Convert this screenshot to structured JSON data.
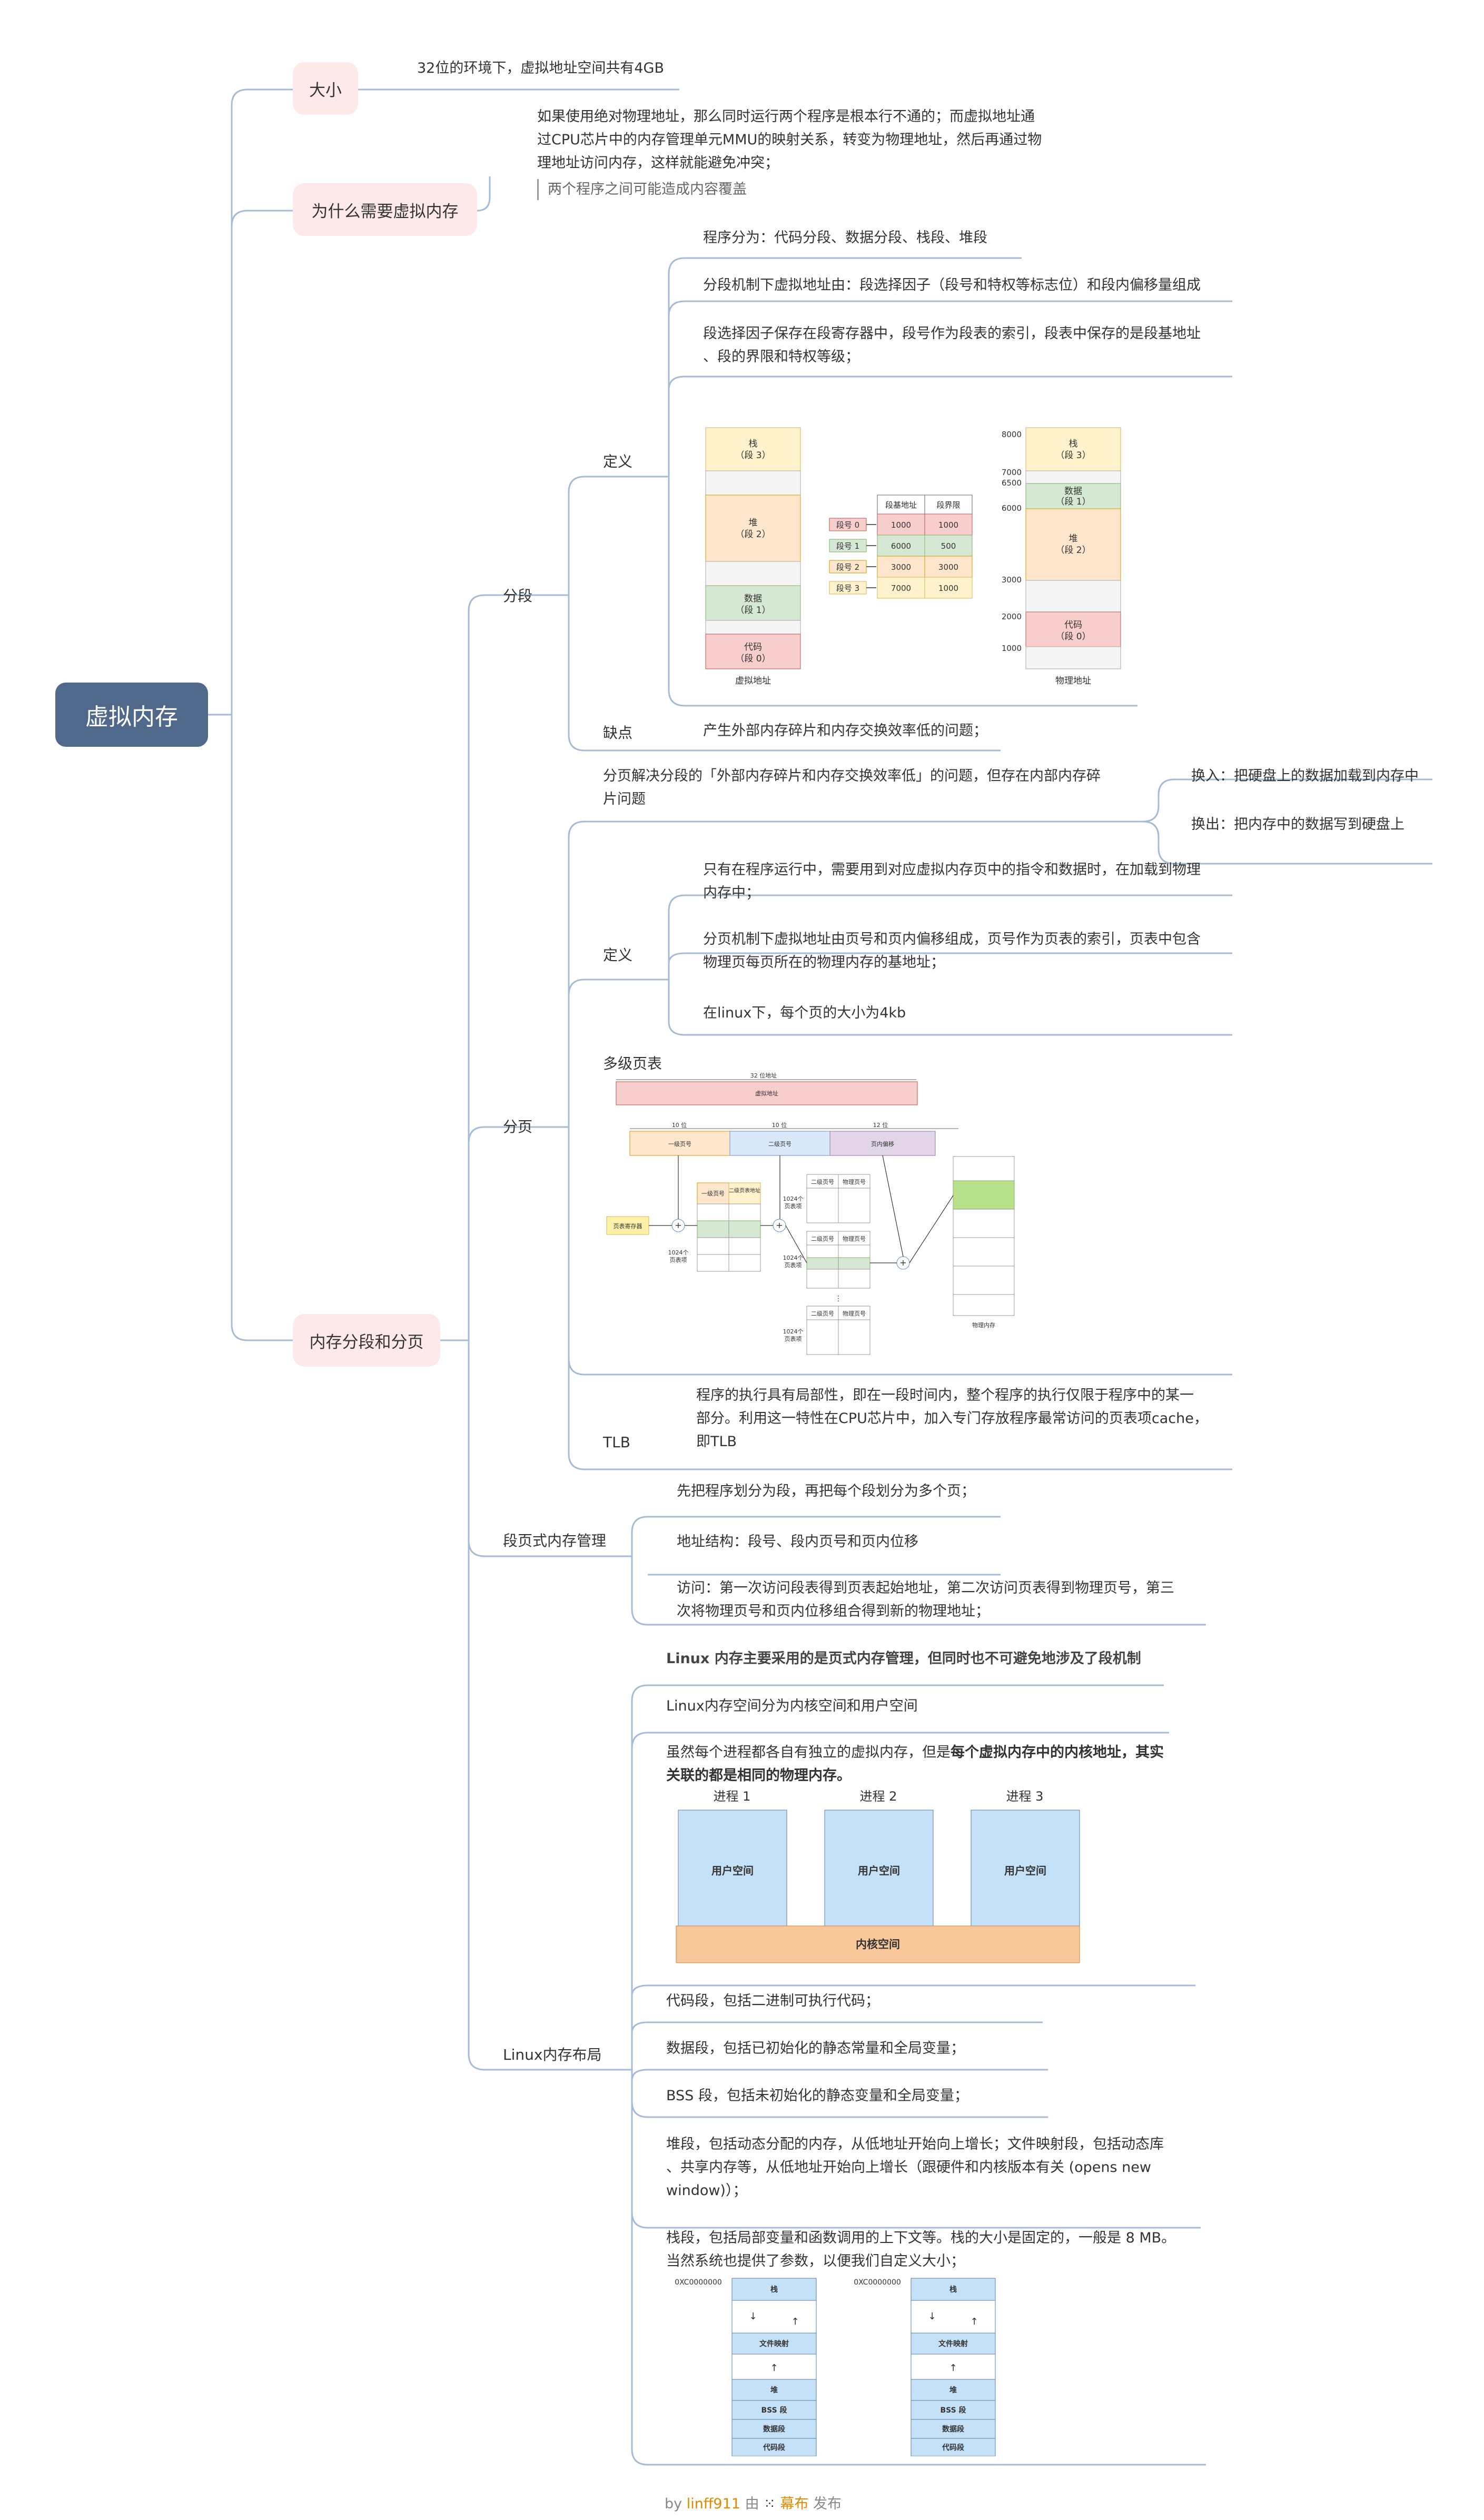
{
  "root": "虚拟内存",
  "size": {
    "label": "大小",
    "text": "32位的环境下，虚拟地址空间共有4GB"
  },
  "why": {
    "label": "为什么需要虚拟内存",
    "text1": "如果使用绝对物理地址，那么同时运行两个程序是根本行不通的；而虚拟地址通",
    "text2": "过CPU芯片中的内存管理单元MMU的映射关系，转变为物理地址，然后再通过物",
    "text3": "理地址访问内存，这样就能避免冲突；",
    "note": "两个程序之间可能造成内容覆盖"
  },
  "mem": {
    "label": "内存分段和分页",
    "seg": {
      "label": "分段",
      "def_label": "定义",
      "def1": "程序分为：代码分段、数据分段、栈段、堆段",
      "def2": "分段机制下虚拟地址由：段选择因子（段号和特权等标志位）和段内偏移量组成",
      "def3a": "段选择因子保存在段寄存器中，段号作为段表的索引，段表中保存的是段基地址",
      "def3b": "、段的界限和特权等级；",
      "cons_label": "缺点",
      "cons": "产生外部内存碎片和内存交换效率低的问题；",
      "fig": {
        "virt_caption": "虚拟地址",
        "phys_caption": "物理地址",
        "blocks_virt": [
          [
            "栈",
            "（段 3）"
          ],
          [
            "堆",
            "（段 2）"
          ],
          [
            "数据",
            "（段 1）"
          ],
          [
            "代码",
            "（段 0）"
          ]
        ],
        "blocks_phys": [
          [
            "栈",
            "（段 3）"
          ],
          [
            "数据",
            "（段 1）"
          ],
          [
            "堆",
            "（段 2）"
          ],
          [
            "代码",
            "（段 0）"
          ]
        ],
        "table_head": [
          "段基地址",
          "段界限"
        ],
        "rows": [
          [
            "段号 0",
            "1000",
            "1000"
          ],
          [
            "段号 1",
            "6000",
            "500"
          ],
          [
            "段号 2",
            "3000",
            "3000"
          ],
          [
            "段号 3",
            "7000",
            "1000"
          ]
        ],
        "phys_ticks": [
          "8000",
          "7000",
          "6500",
          "6000",
          "3000",
          "2000",
          "1000"
        ]
      }
    },
    "page": {
      "label": "分页",
      "intro1": "分页解决分段的「外部内存碎片和内存交换效率低」的问题，但存在内部内存碎",
      "intro2": "片问题",
      "swap_in": "换入：把硬盘上的数据加载到内存中",
      "swap_out": "换出：把内存中的数据写到硬盘上",
      "def_label": "定义",
      "def1a": "只有在程序运行中，需要用到对应虚拟内存页中的指令和数据时，在加载到物理",
      "def1b": "内存中；",
      "def2a": "分页机制下虚拟地址由页号和页内偏移组成，页号作为页表的索引，页表中包含",
      "def2b": "物理页每页所在的物理内存的基地址；",
      "def3": "在linux下，每个页的大小为4kb",
      "multi_label": "多级页表",
      "fig": {
        "bits32": "32 位地址",
        "vaddr": "虚拟地址",
        "b10a": "10 位",
        "b10b": "10 位",
        "b12": "12 位",
        "l1": "一级页号",
        "l2": "二级页号",
        "off": "页内偏移",
        "reg": "页表寄存器",
        "t1h1": "一级页号",
        "t1h2": "二级页表地址",
        "t2h1": "二级页号",
        "t2h2": "物理页号",
        "n1024": "1024个",
        "pe": "页表项",
        "phys": "物理内存"
      },
      "tlb_label": "TLB",
      "tlb1": "程序的执行具有局部性，即在一段时间内，整个程序的执行仅限于程序中的某一",
      "tlb2": "部分。利用这一特性在CPU芯片中，加入专门存放程序最常访问的页表项cache，",
      "tlb3": "即TLB"
    },
    "segpage": {
      "label": "段页式内存管理",
      "p1": "先把程序划分为段，再把每个段划分为多个页；",
      "p2": "地址结构：段号、段内页号和页内位移",
      "p3a": "访问：第一次访问段表得到页表起始地址，第二次访问页表得到物理页号，第三",
      "p3b": "次将物理页号和页内位移组合得到新的物理地址；"
    },
    "linux": {
      "label": "Linux内存布局",
      "p1": "Linux 内存主要采用的是页式内存管理，但同时也不可避免地涉及了段机制",
      "p2": "Linux内存空间分为内核空间和用户空间",
      "p3a_normal": "虽然每个进程都各自有独立的虚拟内存，但是",
      "p3a_bold": "每个虚拟内存中的内核地址，其实",
      "p3b_bold": "关联的都是相同的物理内存。",
      "proc_labels": [
        "进程 1",
        "进程 2",
        "进程 3"
      ],
      "user_space": "用户空间",
      "kernel_space": "内核空间",
      "code": "代码段，包括二进制可执行代码；",
      "data": "数据段，包括已初始化的静态常量和全局变量；",
      "bss": "BSS 段，包括未初始化的静态变量和全局变量；",
      "heap1": "堆段，包括动态分配的内存，从低地址开始向上增长；文件映射段，包括动态库",
      "heap2": "、共享内存等，从低地址开始向上增长（跟硬件和内核版本有关 (opens new",
      "heap3": "window)）；",
      "stack1": "栈段，包括局部变量和函数调用的上下文等。栈的大小是固定的，一般是 8 MB。",
      "stack2": "当然系统也提供了参数，以便我们自定义大小；",
      "layout": {
        "addr": "0XC0000000",
        "stack": "栈",
        "mmap": "文件映射",
        "heap": "堆",
        "bss": "BSS 段",
        "data": "数据段",
        "code": "代码段"
      }
    }
  },
  "footer": {
    "by": "by",
    "user": "linff911",
    "via": "由",
    "brand": "幕布",
    "publish": "发布"
  },
  "colors": {
    "line": "#a5bbd6",
    "root_bg": "#50698b",
    "pill_bg": "#fde9e9",
    "yellow": "#fff2cc",
    "peach": "#ffe6cc",
    "green": "#d5e8d4",
    "red": "#f8cecc",
    "blue": "#dae8fc",
    "purple": "#e1d5e7",
    "user_blue": "#c5e1f8",
    "kernel_orange": "#f8c79a"
  }
}
